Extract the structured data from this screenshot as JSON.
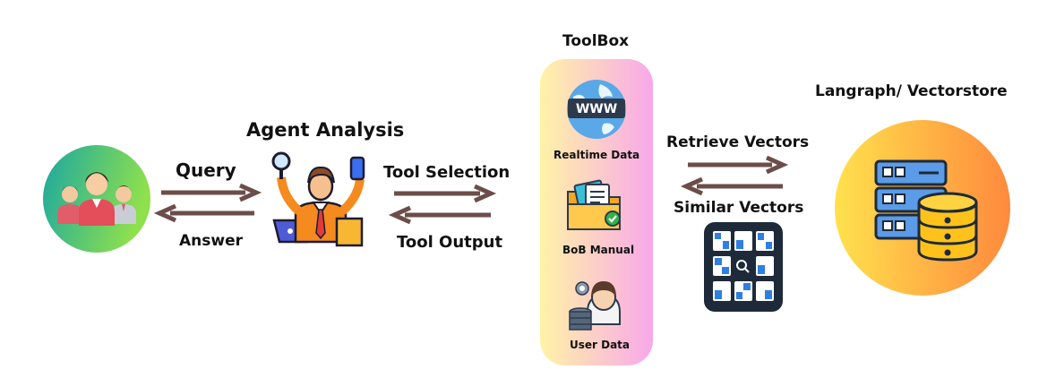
{
  "labels": {
    "agent_analysis": "Agent Analysis",
    "query": "Query",
    "answer": "Answer",
    "tool_selection": "Tool Selection",
    "tool_output": "Tool Output",
    "toolbox": "ToolBox",
    "retrieve_vectors": "Retrieve  Vectors",
    "similar_vectors": "Similar Vectors",
    "vectorstore": "Langraph/ Vectorstore"
  },
  "toolbox": {
    "tools": [
      {
        "label": "Realtime Data",
        "icon": "globe-www-icon"
      },
      {
        "label": "BoB Manual",
        "icon": "folder-manual-icon"
      },
      {
        "label": "User Data",
        "icon": "user-database-icon"
      }
    ],
    "www_text": "WWW"
  },
  "colors": {
    "arrow": "#6b4d4a",
    "users_circle_start": "#1aa7a1",
    "users_circle_end": "#8ee04d",
    "toolbox_start": "#fff3a6",
    "toolbox_end": "#f8a8ea",
    "vectorstore_start": "#ffe14d",
    "vectorstore_end": "#ff8a3d"
  }
}
